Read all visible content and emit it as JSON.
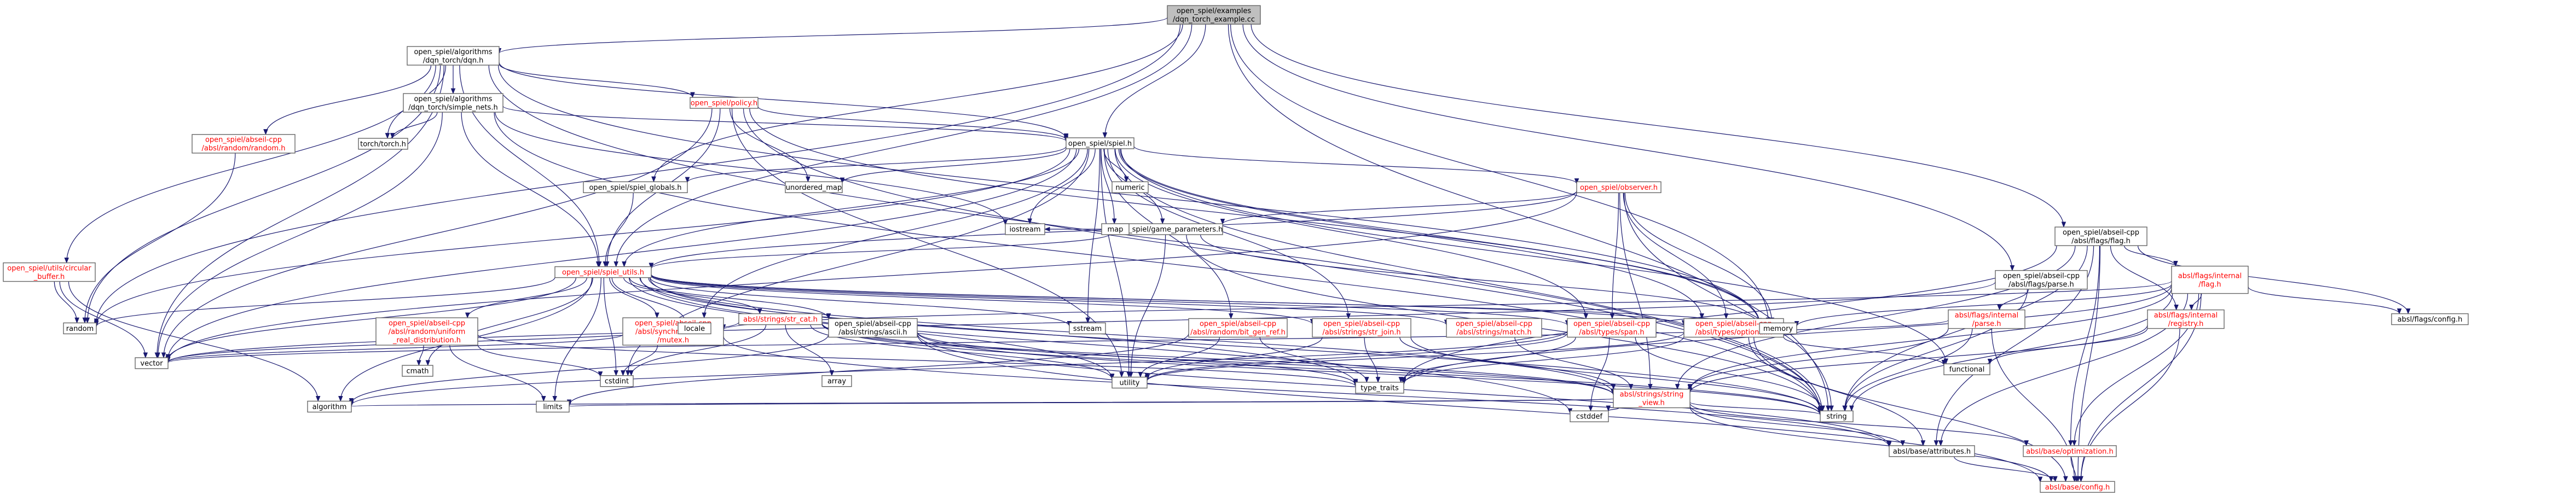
{
  "colors": {
    "edge": "#191970",
    "node_fill": "#ffffff",
    "root_fill": "#bfbfbf",
    "text_black": "#000000",
    "text_red": "#ff0000"
  },
  "nodes": [
    {
      "id": "root",
      "lines": [
        "open_spiel/examples",
        "/dqn_torch_example.cc"
      ],
      "root": true,
      "red": false
    },
    {
      "id": "dqn",
      "lines": [
        "open_spiel/algorithms",
        "/dqn_torch/dqn.h"
      ],
      "red": false
    },
    {
      "id": "spiel",
      "lines": [
        "open_spiel/spiel.h"
      ],
      "red": false
    },
    {
      "id": "policy",
      "lines": [
        "open_spiel/policy.h"
      ],
      "red": true
    },
    {
      "id": "simple_nets",
      "lines": [
        "open_spiel/algorithms",
        "/dqn_torch/simple_nets.h"
      ],
      "red": false
    },
    {
      "id": "absl_random",
      "lines": [
        "open_spiel/abseil-cpp",
        "/absl/random/random.h"
      ],
      "red": true
    },
    {
      "id": "torch",
      "lines": [
        "torch/torch.h"
      ],
      "red": false
    },
    {
      "id": "circular",
      "lines": [
        "open_spiel/utils/circular",
        "_buffer.h"
      ],
      "red": true
    },
    {
      "id": "spiel_globals",
      "lines": [
        "open_spiel/spiel_globals.h"
      ],
      "red": false
    },
    {
      "id": "unordered_map",
      "lines": [
        "unordered_map"
      ],
      "red": false
    },
    {
      "id": "numeric",
      "lines": [
        "numeric"
      ],
      "red": false
    },
    {
      "id": "observer",
      "lines": [
        "open_spiel/observer.h"
      ],
      "red": true
    },
    {
      "id": "game_params",
      "lines": [
        "open_spiel/game_parameters.h"
      ],
      "red": false
    },
    {
      "id": "spiel_utils",
      "lines": [
        "open_spiel/spiel_utils.h"
      ],
      "red": true
    },
    {
      "id": "flag",
      "lines": [
        "open_spiel/abseil-cpp",
        "/absl/flags/flag.h"
      ],
      "red": false
    },
    {
      "id": "parse",
      "lines": [
        "open_spiel/abseil-cpp",
        "/absl/flags/parse.h"
      ],
      "red": false
    },
    {
      "id": "internal_flag",
      "lines": [
        "absl/flags/internal",
        "/flag.h"
      ],
      "red": true
    },
    {
      "id": "internal_parse",
      "lines": [
        "absl/flags/internal",
        "/parse.h"
      ],
      "red": true
    },
    {
      "id": "internal_registry",
      "lines": [
        "absl/flags/internal",
        "/registry.h"
      ],
      "red": true
    },
    {
      "id": "flags_config",
      "lines": [
        "absl/flags/config.h"
      ],
      "red": false
    },
    {
      "id": "uniform_real",
      "lines": [
        "open_spiel/abseil-cpp",
        "/absl/random/uniform",
        "_real_distribution.h"
      ],
      "red": true
    },
    {
      "id": "sync_mutex",
      "lines": [
        "open_spiel/abseil-cpp",
        "/absl/synchronization",
        "/mutex.h"
      ],
      "red": true
    },
    {
      "id": "str_cat",
      "lines": [
        "absl/strings/str_cat.h"
      ],
      "red": true
    },
    {
      "id": "ascii",
      "lines": [
        "open_spiel/abseil-cpp",
        "/absl/strings/ascii.h"
      ],
      "red": false
    },
    {
      "id": "bit_gen_ref",
      "lines": [
        "open_spiel/abseil-cpp",
        "/absl/random/bit_gen_ref.h"
      ],
      "red": true
    },
    {
      "id": "str_join",
      "lines": [
        "open_spiel/abseil-cpp",
        "/absl/strings/str_join.h"
      ],
      "red": true
    },
    {
      "id": "match",
      "lines": [
        "open_spiel/abseil-cpp",
        "/absl/strings/match.h"
      ],
      "red": true
    },
    {
      "id": "span",
      "lines": [
        "open_spiel/abseil-cpp",
        "/absl/types/span.h"
      ],
      "red": true
    },
    {
      "id": "optional",
      "lines": [
        "open_spiel/abseil-cpp",
        "/absl/types/optional.h"
      ],
      "red": true
    },
    {
      "id": "string_view",
      "lines": [
        "absl/strings/string",
        "_view.h"
      ],
      "red": true
    },
    {
      "id": "attributes",
      "lines": [
        "absl/base/attributes.h"
      ],
      "red": false
    },
    {
      "id": "optimization",
      "lines": [
        "absl/base/optimization.h"
      ],
      "red": true
    },
    {
      "id": "base_config",
      "lines": [
        "absl/base/config.h"
      ],
      "red": true
    },
    {
      "id": "random",
      "lines": [
        "random"
      ],
      "red": false
    },
    {
      "id": "vector",
      "lines": [
        "vector"
      ],
      "red": false
    },
    {
      "id": "cmath",
      "lines": [
        "cmath"
      ],
      "red": false
    },
    {
      "id": "cstdint",
      "lines": [
        "cstdint"
      ],
      "red": false
    },
    {
      "id": "array",
      "lines": [
        "array"
      ],
      "red": false
    },
    {
      "id": "algorithm",
      "lines": [
        "algorithm"
      ],
      "red": false
    },
    {
      "id": "limits",
      "lines": [
        "limits"
      ],
      "red": false
    },
    {
      "id": "locale",
      "lines": [
        "locale"
      ],
      "red": false
    },
    {
      "id": "sstream",
      "lines": [
        "sstream"
      ],
      "red": false
    },
    {
      "id": "iostream",
      "lines": [
        "iostream"
      ],
      "red": false
    },
    {
      "id": "map",
      "lines": [
        "map"
      ],
      "red": false
    },
    {
      "id": "utility",
      "lines": [
        "utility"
      ],
      "red": false
    },
    {
      "id": "type_traits",
      "lines": [
        "type_traits"
      ],
      "red": false
    },
    {
      "id": "cstddef",
      "lines": [
        "cstddef"
      ],
      "red": false
    },
    {
      "id": "string",
      "lines": [
        "string"
      ],
      "red": false
    },
    {
      "id": "memory",
      "lines": [
        "memory"
      ],
      "red": false
    },
    {
      "id": "functional",
      "lines": [
        "functional"
      ],
      "red": false
    }
  ],
  "edges": [
    [
      "root",
      "dqn"
    ],
    [
      "root",
      "spiel"
    ],
    [
      "root",
      "spiel_utils"
    ],
    [
      "root",
      "flag"
    ],
    [
      "root",
      "parse"
    ],
    [
      "root",
      "spiel_globals"
    ],
    [
      "root",
      "random"
    ],
    [
      "root",
      "memory"
    ],
    [
      "root",
      "string"
    ],
    [
      "dqn",
      "policy"
    ],
    [
      "dqn",
      "simple_nets"
    ],
    [
      "dqn",
      "absl_random"
    ],
    [
      "dqn",
      "torch"
    ],
    [
      "dqn",
      "circular"
    ],
    [
      "dqn",
      "spiel"
    ],
    [
      "dqn",
      "spiel_utils"
    ],
    [
      "dqn",
      "vector"
    ],
    [
      "dqn",
      "random"
    ],
    [
      "dqn",
      "string"
    ],
    [
      "dqn",
      "memory"
    ],
    [
      "policy",
      "spiel"
    ],
    [
      "policy",
      "spiel_utils"
    ],
    [
      "policy",
      "unordered_map"
    ],
    [
      "policy",
      "memory"
    ],
    [
      "policy",
      "string"
    ],
    [
      "policy",
      "utility"
    ],
    [
      "policy",
      "vector"
    ],
    [
      "simple_nets",
      "torch"
    ],
    [
      "simple_nets",
      "spiel"
    ],
    [
      "simple_nets",
      "spiel_utils"
    ],
    [
      "simple_nets",
      "iostream"
    ],
    [
      "simple_nets",
      "vector"
    ],
    [
      "simple_nets",
      "string"
    ],
    [
      "absl_random",
      "random"
    ],
    [
      "circular",
      "random"
    ],
    [
      "circular",
      "vector"
    ],
    [
      "circular",
      "algorithm"
    ],
    [
      "spiel",
      "spiel_globals"
    ],
    [
      "spiel",
      "unordered_map"
    ],
    [
      "spiel",
      "numeric"
    ],
    [
      "spiel",
      "observer"
    ],
    [
      "spiel",
      "game_params"
    ],
    [
      "spiel",
      "spiel_utils"
    ],
    [
      "spiel",
      "sync_mutex"
    ],
    [
      "spiel",
      "bit_gen_ref"
    ],
    [
      "spiel",
      "str_join"
    ],
    [
      "spiel",
      "span"
    ],
    [
      "spiel",
      "optional"
    ],
    [
      "spiel",
      "map"
    ],
    [
      "spiel",
      "iostream"
    ],
    [
      "spiel",
      "sstream"
    ],
    [
      "spiel",
      "memory"
    ],
    [
      "spiel",
      "random"
    ],
    [
      "spiel",
      "string"
    ],
    [
      "spiel",
      "utility"
    ],
    [
      "spiel",
      "vector"
    ],
    [
      "spiel",
      "functional"
    ],
    [
      "spiel",
      "cstdint"
    ],
    [
      "spiel_globals",
      "spiel_utils"
    ],
    [
      "observer",
      "game_params"
    ],
    [
      "observer",
      "spiel_utils"
    ],
    [
      "observer",
      "span"
    ],
    [
      "observer",
      "optional"
    ],
    [
      "observer",
      "string_view"
    ],
    [
      "observer",
      "memory"
    ],
    [
      "observer",
      "string"
    ],
    [
      "observer",
      "vector"
    ],
    [
      "game_params",
      "spiel_utils"
    ],
    [
      "game_params",
      "iostream"
    ],
    [
      "game_params",
      "map"
    ],
    [
      "game_params",
      "string"
    ],
    [
      "game_params",
      "utility"
    ],
    [
      "game_params",
      "memory"
    ],
    [
      "spiel_utils",
      "uniform_real"
    ],
    [
      "spiel_utils",
      "sync_mutex"
    ],
    [
      "spiel_utils",
      "str_cat"
    ],
    [
      "spiel_utils",
      "ascii"
    ],
    [
      "spiel_utils",
      "str_join"
    ],
    [
      "spiel_utils",
      "match"
    ],
    [
      "spiel_utils",
      "span"
    ],
    [
      "spiel_utils",
      "optional"
    ],
    [
      "spiel_utils",
      "string_view"
    ],
    [
      "spiel_utils",
      "random"
    ],
    [
      "spiel_utils",
      "vector"
    ],
    [
      "spiel_utils",
      "cmath"
    ],
    [
      "spiel_utils",
      "cstdint"
    ],
    [
      "spiel_utils",
      "algorithm"
    ],
    [
      "spiel_utils",
      "limits"
    ],
    [
      "spiel_utils",
      "locale"
    ],
    [
      "spiel_utils",
      "sstream"
    ],
    [
      "spiel_utils",
      "utility"
    ],
    [
      "spiel_utils",
      "type_traits"
    ],
    [
      "spiel_utils",
      "string"
    ],
    [
      "spiel_utils",
      "memory"
    ],
    [
      "spiel_utils",
      "cstddef"
    ],
    [
      "uniform_real",
      "cmath"
    ],
    [
      "uniform_real",
      "cstdint"
    ],
    [
      "uniform_real",
      "limits"
    ],
    [
      "uniform_real",
      "type_traits"
    ],
    [
      "sync_mutex",
      "cstdint"
    ],
    [
      "sync_mutex",
      "vector"
    ],
    [
      "sync_mutex",
      "attributes"
    ],
    [
      "str_cat",
      "array"
    ],
    [
      "str_cat",
      "cstdint"
    ],
    [
      "str_cat",
      "string"
    ],
    [
      "str_cat",
      "type_traits"
    ],
    [
      "str_cat",
      "vector"
    ],
    [
      "str_cat",
      "utility"
    ],
    [
      "str_cat",
      "string_view"
    ],
    [
      "ascii",
      "algorithm"
    ],
    [
      "ascii",
      "string"
    ],
    [
      "ascii",
      "attributes"
    ],
    [
      "ascii",
      "base_config"
    ],
    [
      "ascii",
      "string_view"
    ],
    [
      "bit_gen_ref",
      "limits"
    ],
    [
      "bit_gen_ref",
      "type_traits"
    ],
    [
      "bit_gen_ref",
      "utility"
    ],
    [
      "str_join",
      "string"
    ],
    [
      "str_join",
      "type_traits"
    ],
    [
      "str_join",
      "utility"
    ],
    [
      "str_join",
      "string_view"
    ],
    [
      "match",
      "string_view"
    ],
    [
      "span",
      "algorithm"
    ],
    [
      "span",
      "cstddef"
    ],
    [
      "span",
      "string"
    ],
    [
      "span",
      "type_traits"
    ],
    [
      "span",
      "utility"
    ],
    [
      "optional",
      "functional"
    ],
    [
      "optional",
      "type_traits"
    ],
    [
      "optional",
      "utility"
    ],
    [
      "optional",
      "attributes"
    ],
    [
      "optional",
      "base_config"
    ],
    [
      "string_view",
      "algorithm"
    ],
    [
      "string_view",
      "cstddef"
    ],
    [
      "string_view",
      "limits"
    ],
    [
      "string_view",
      "string"
    ],
    [
      "string_view",
      "attributes"
    ],
    [
      "string_view",
      "optimization"
    ],
    [
      "string_view",
      "base_config"
    ],
    [
      "attributes",
      "base_config"
    ],
    [
      "optimization",
      "base_config"
    ],
    [
      "flag",
      "internal_flag"
    ],
    [
      "flag",
      "internal_registry"
    ],
    [
      "flag",
      "flags_config"
    ],
    [
      "flag",
      "string_view"
    ],
    [
      "flag",
      "attributes"
    ],
    [
      "flag",
      "optimization"
    ],
    [
      "flag",
      "base_config"
    ],
    [
      "flag",
      "string"
    ],
    [
      "flag",
      "type_traits"
    ],
    [
      "parse",
      "internal_parse"
    ],
    [
      "parse",
      "string"
    ],
    [
      "parse",
      "vector"
    ],
    [
      "internal_flag",
      "internal_registry"
    ],
    [
      "internal_flag",
      "flags_config"
    ],
    [
      "internal_flag",
      "memory"
    ],
    [
      "internal_flag",
      "string"
    ],
    [
      "internal_flag",
      "type_traits"
    ],
    [
      "internal_flag",
      "string_view"
    ],
    [
      "internal_flag",
      "sync_mutex"
    ],
    [
      "internal_flag",
      "attributes"
    ],
    [
      "internal_flag",
      "optimization"
    ],
    [
      "internal_flag",
      "base_config"
    ],
    [
      "internal_parse",
      "string"
    ],
    [
      "internal_parse",
      "vector"
    ],
    [
      "internal_parse",
      "string_view"
    ],
    [
      "internal_parse",
      "base_config"
    ],
    [
      "internal_registry",
      "functional"
    ],
    [
      "internal_registry",
      "base_config"
    ],
    [
      "internal_registry",
      "string_view"
    ]
  ]
}
